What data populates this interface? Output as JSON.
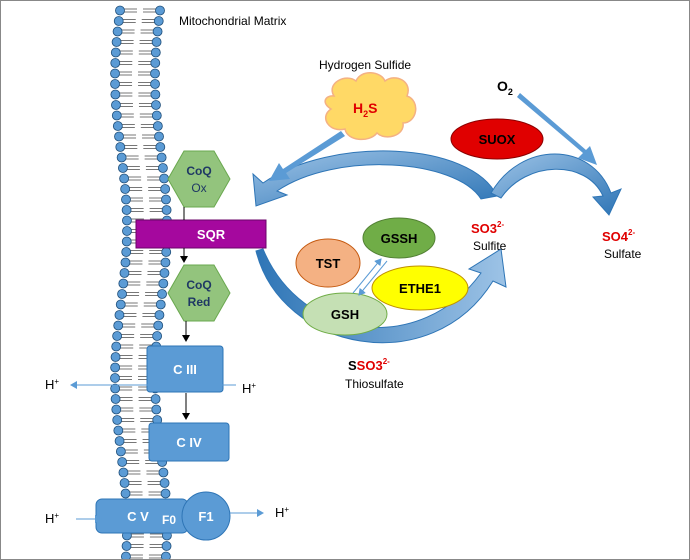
{
  "title": "Mitochondrial Matrix",
  "h2s": {
    "caption": "Hydrogen Sulfide",
    "formula_main": "H",
    "formula_sub": "2",
    "formula_tail": "S"
  },
  "o2": {
    "main": "O",
    "sub": "2"
  },
  "suox": "SUOX",
  "coq_ox": {
    "line1": "CoQ",
    "line2": "Ox"
  },
  "coq_red": {
    "line1": "CoQ",
    "line2": "Red"
  },
  "sqr": "SQR",
  "enzymes": {
    "tst": "TST",
    "gssh": "GSSH",
    "ethe1": "ETHE1",
    "gsh": "GSH"
  },
  "sulfite": {
    "formula": "SO3",
    "charge": "2-",
    "name": "Sulfite"
  },
  "sulfate": {
    "formula": "SO4",
    "charge": "2-",
    "name": "Sulfate"
  },
  "thiosulfate": {
    "prefix": "S",
    "formula": "SO3",
    "charge": "2-",
    "name": "Thiosulfate"
  },
  "complexes": {
    "c3": "C III",
    "c4": "C IV",
    "c5": "C V",
    "f0": "F0",
    "f1": "F1"
  },
  "proton": {
    "main": "H",
    "sup": "+"
  },
  "colors": {
    "membrane_head": "#5b9bd5",
    "complex_fill": "#5b9bd5",
    "hex_fill": "#93c47d",
    "sqr_fill": "#a5089e",
    "suox_fill": "#e00000",
    "cloud_fill": "#ffd966",
    "tst_fill": "#f4b183",
    "gssh_fill": "#70ad47",
    "ethe1_fill": "#ffff00",
    "gsh_fill": "#c5e0b4",
    "red_text": "#e00000"
  }
}
